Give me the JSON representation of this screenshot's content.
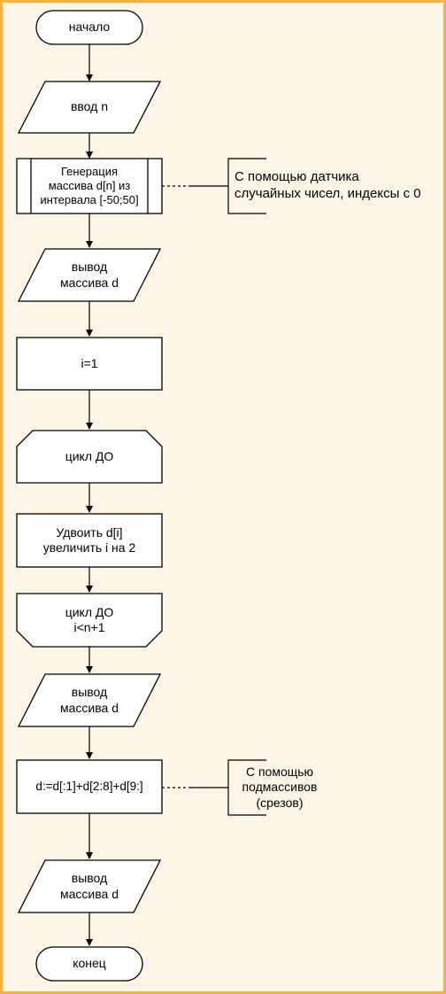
{
  "nodes": {
    "start": "начало",
    "input_n": "ввод n",
    "generate": "Генерация\nмассива d[n] из\nинтервала [-50;50]",
    "output1": "вывод\nмассива d",
    "init_i": "i=1",
    "loop_begin": "цикл ДО",
    "body": "Удвоить d[i]\nувеличить i на 2",
    "loop_end": "цикл ДО\ni<n+1",
    "output2": "вывод\nмассива d",
    "slices": "d:=d[:1]+d[2:8]+d[9:]",
    "output3": "вывод\nмассива d",
    "end": "конец"
  },
  "annotations": {
    "generator_note": "С помощью датчика\nслучайных чисел, индексы с 0",
    "slices_note": "С помощью\nподмассивов\n(срезов)"
  },
  "colors": {
    "background": "#fdf5e6",
    "border": "#f0b34a",
    "shape_fill": "#ffffff",
    "stroke": "#000000"
  }
}
